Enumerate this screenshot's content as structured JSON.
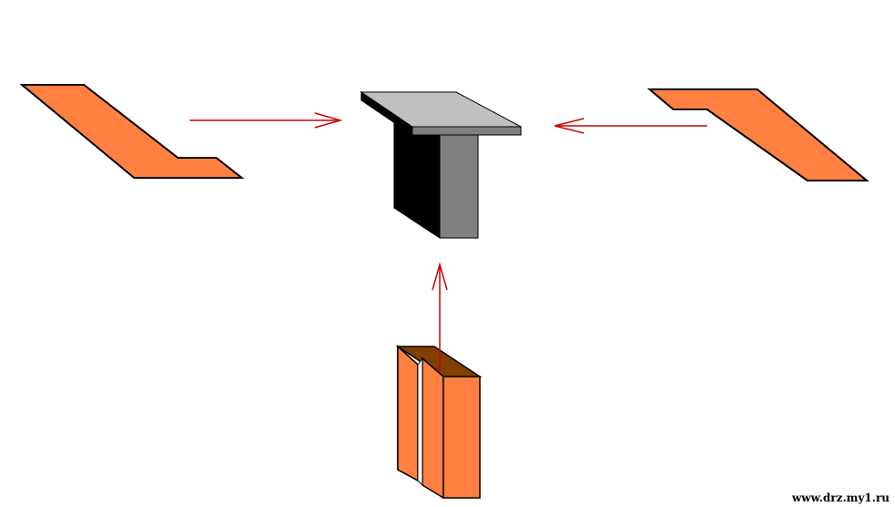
{
  "watermark": "www.drz.my1.ru",
  "colors": {
    "background": "#ffffff",
    "part_orange": "#ff8040",
    "part_dark": "#804000",
    "assembly_top": "#c0c0c0",
    "assembly_front_light": "#808080",
    "assembly_front_dark": "#000000",
    "outline": "#000000",
    "arrow": "#cc0000"
  },
  "parts": [
    {
      "name": "left-angle-plate"
    },
    {
      "name": "right-angle-plate"
    },
    {
      "name": "bottom-channel-block"
    },
    {
      "name": "t-beam-assembly"
    }
  ],
  "arrows": [
    {
      "name": "arrow-left-to-center"
    },
    {
      "name": "arrow-right-to-center"
    },
    {
      "name": "arrow-bottom-to-center"
    }
  ]
}
